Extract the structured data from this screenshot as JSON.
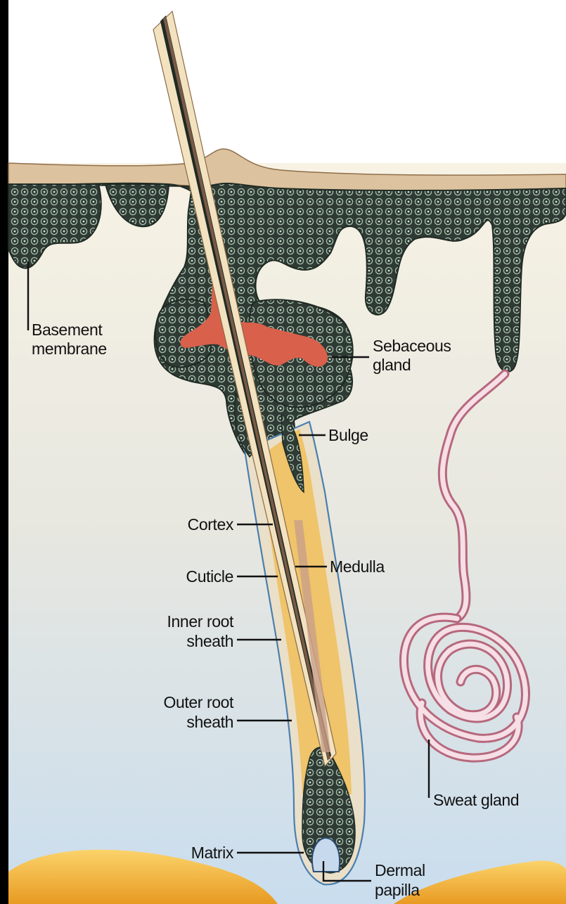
{
  "labels": {
    "basement_membrane_line1": "Basement",
    "basement_membrane_line2": "membrane",
    "sebaceous_gland_line1": "Sebaceous",
    "sebaceous_gland_line2": "gland",
    "bulge": "Bulge",
    "cortex": "Cortex",
    "medulla": "Medulla",
    "cuticle": "Cuticle",
    "inner_root_sheath_line1": "Inner root",
    "inner_root_sheath_line2": "sheath",
    "outer_root_sheath_line1": "Outer root",
    "outer_root_sheath_line2": "sheath",
    "sweat_gland": "Sweat gland",
    "matrix": "Matrix",
    "dermal_papilla_line1": "Dermal",
    "dermal_papilla_line2": "papilla"
  },
  "colors": {
    "background_top": "#f6f1e3",
    "background_bottom": "#cfe0ef",
    "epidermis_cells": "#2f3b34",
    "cell_ring": "#9fb7a6",
    "skin_surface": "#dcc39f",
    "sebum": "#d9604b",
    "hair_shaft": "#f3e2c0",
    "medulla": "#c9a089",
    "root_sheath": "#e9b24f",
    "outer_sheath_outline": "#4a7fb0",
    "sweat_duct": "#e8b8c6",
    "fat": "#f0b23a"
  }
}
